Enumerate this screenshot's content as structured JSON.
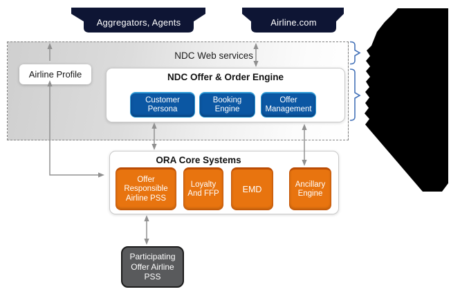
{
  "banners": {
    "aggregators": "Aggregators, Agents",
    "airline_com": "Airline.com"
  },
  "distribution_layer": {
    "label": "NDC Web services",
    "airline_profile": "Airline Profile"
  },
  "offer_order_engine": {
    "title": "NDC Offer & Order Engine",
    "modules": [
      {
        "label": "Customer Persona"
      },
      {
        "label": "Booking Engine"
      },
      {
        "label": "Offer Management"
      }
    ]
  },
  "ora_core": {
    "title": "ORA Core Systems",
    "modules": [
      {
        "label": "Offer Responsible Airline PSS"
      },
      {
        "label": "Loyalty And FFP"
      },
      {
        "label": "EMD"
      },
      {
        "label": "Ancillary Engine"
      }
    ]
  },
  "participating_pss": {
    "label": "Participating Offer Airline PSS"
  },
  "colors": {
    "banner_navy": "#0e1534",
    "band_gray_start": "#cfcfcf",
    "band_gray_end": "#ffffff",
    "module_blue": "#0b57a3",
    "module_blue_highlight": "#2e9ad6",
    "module_orange": "#e8740f",
    "module_orange_dark": "#bb4c04",
    "participating_gray": "#595a5c",
    "arrow_gray": "#909090",
    "brace_blue": "#4472b8",
    "redaction_black": "#000000"
  }
}
